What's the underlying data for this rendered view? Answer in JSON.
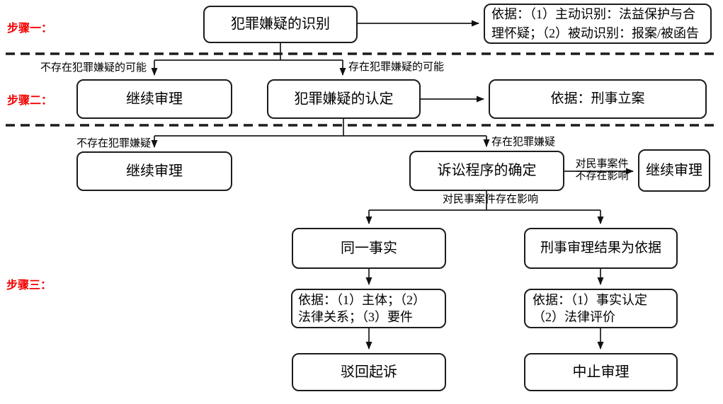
{
  "steps": {
    "one": "步骤一：",
    "two": "步骤二：",
    "three": "步骤三："
  },
  "nodes": {
    "identify": "犯罪嫌疑的识别",
    "basis_identify": "依据：（1）主动识别：法益保护与合\n理怀疑；（2）被动识别：报案/被函告",
    "continue1": "继续审理",
    "determine": "犯罪嫌疑的认定",
    "basis_filing": "依据：刑事立案",
    "continue2": "继续审理",
    "procedure": "诉讼程序的确定",
    "continue3": "继续审理",
    "same_fact": "同一事实",
    "criminal_basis": "刑事审理结果为依据",
    "basis_elements": "依据：（1）主体；（2）\n法律关系；（3）要件",
    "basis_fact_eval": "依据：（1）事实认定\n（2）法律评价",
    "dismiss": "驳回起诉",
    "suspend": "中止审理"
  },
  "edge_labels": {
    "no_possible": "不存在犯罪嫌疑的可能",
    "yes_possible": "存在犯罪嫌疑的可能",
    "no_suspicion": "不存在犯罪嫌疑",
    "yes_suspicion": "存在犯罪嫌疑",
    "no_impact": "对民事案件\n不存在影响",
    "impact": "对民事案件存在影响"
  },
  "colors": {
    "step_label": "#f30000",
    "line": "#1c1c1c",
    "box_border": "#1c1c1c",
    "background": "#ffffff"
  }
}
